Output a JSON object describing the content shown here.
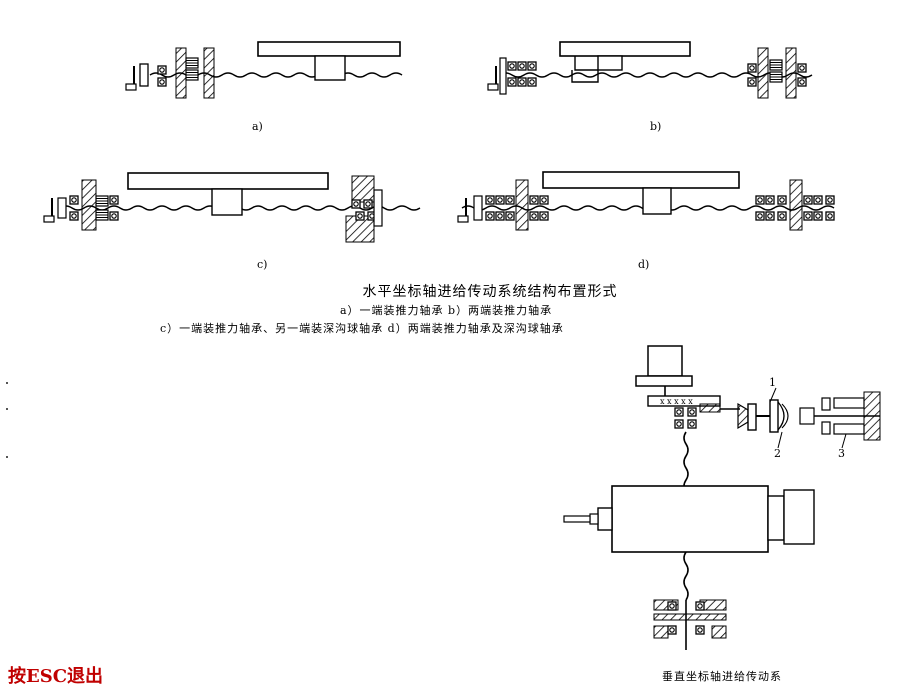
{
  "horizontal": {
    "labels": {
      "a": "a)",
      "b": "b)",
      "c": "c)",
      "d": "d)"
    },
    "caption": {
      "title": "水平坐标轴进给传动系统结构布置形式",
      "line1": "a）一端装推力轴承    b）两端装推力轴承",
      "line2": "c）一端装推力轴承、另一端装深沟球轴承    d）两端装推力轴承及深沟球轴承"
    }
  },
  "vertical": {
    "callouts": {
      "n1": "1",
      "n2": "2",
      "n3": "3"
    },
    "caption": "垂直坐标轴进给传动系"
  },
  "controls": {
    "exit_label": "按ESC退出"
  },
  "colors": {
    "line": "#000000",
    "exit": "#c00000",
    "background": "#ffffff"
  }
}
